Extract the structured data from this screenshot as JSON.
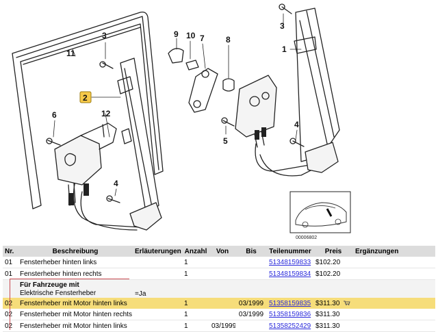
{
  "diagram": {
    "callouts": [
      "1",
      "2",
      "3",
      "3",
      "4",
      "4",
      "5",
      "6",
      "7",
      "8",
      "9",
      "10",
      "11",
      "12"
    ],
    "figure_id": "00006802"
  },
  "table": {
    "headers": {
      "nr": "Nr.",
      "desc": "Beschreibung",
      "notes": "Erläuterungen",
      "qty": "Anzahl",
      "from": "Von",
      "to": "Bis",
      "partno": "Teilenummer",
      "price": "Preis",
      "extra": "Ergänzungen"
    },
    "rows": [
      {
        "nr": "01",
        "desc": "Fensterheber hinten links",
        "notes": "",
        "qty": "1",
        "from": "",
        "to": "",
        "partno": "51348159833",
        "price": "$102.20"
      },
      {
        "nr": "01",
        "desc": "Fensterheber hinten rechts",
        "notes": "",
        "qty": "1",
        "from": "",
        "to": "",
        "partno": "51348159834",
        "price": "$102.20"
      }
    ],
    "note": {
      "title": "Für Fahrzeuge mit",
      "item": "Elektrische Fensterheber",
      "value": "=Ja"
    },
    "rows2": [
      {
        "nr": "02",
        "desc": "Fensterheber mit Motor hinten links",
        "notes": "",
        "qty": "1",
        "from": "",
        "to": "03/1999",
        "partno": "51358159835",
        "price": "$311.30",
        "icon": "cart-icon"
      },
      {
        "nr": "02",
        "desc": "Fensterheber mit Motor hinten rechts",
        "notes": "",
        "qty": "1",
        "from": "",
        "to": "03/1999",
        "partno": "51358159836",
        "price": "$311.30"
      },
      {
        "nr": "02",
        "desc": "Fensterheber mit Motor hinten links",
        "notes": "",
        "qty": "1",
        "from": "03/1999",
        "to": "",
        "partno": "51358252429",
        "price": "$311.30"
      }
    ]
  }
}
